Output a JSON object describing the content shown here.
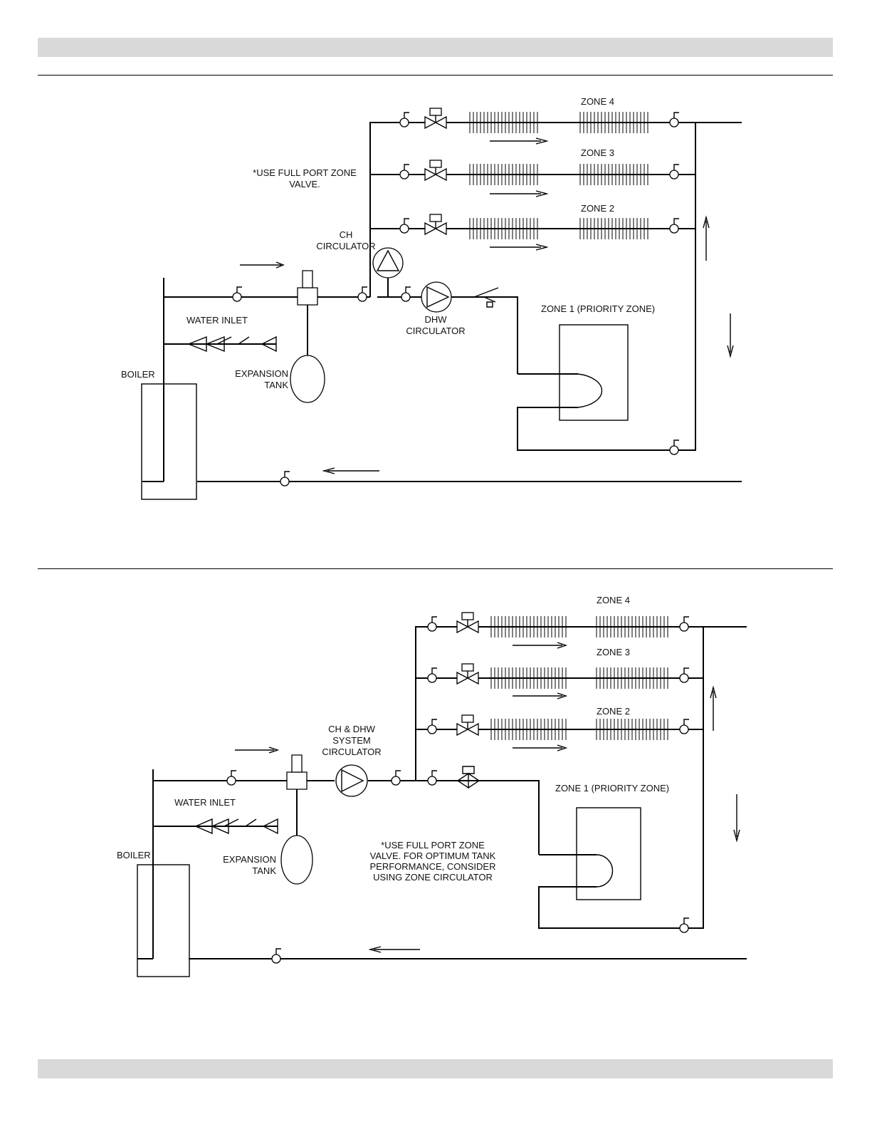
{
  "diagram1": {
    "zone4": "ZONE 4",
    "zone3": "ZONE 3",
    "zone2": "ZONE 2",
    "zone1": "ZONE 1 (PRIORITY ZONE)",
    "note": [
      "*USE FULL PORT ZONE",
      "VALVE."
    ],
    "ch_circulator": [
      "CH",
      "CIRCULATOR"
    ],
    "dhw_circulator": [
      "DHW",
      "CIRCULATOR"
    ],
    "water_inlet": "WATER INLET",
    "expansion_tank": [
      "EXPANSION",
      "TANK"
    ],
    "boiler": "BOILER"
  },
  "diagram2": {
    "zone4": "ZONE 4",
    "zone3": "ZONE 3",
    "zone2": "ZONE 2",
    "zone1": "ZONE 1 (PRIORITY ZONE)",
    "note": [
      "*USE FULL PORT ZONE",
      "VALVE.  FOR OPTIMUM TANK",
      "PERFORMANCE, CONSIDER",
      "USING ZONE CIRCULATOR"
    ],
    "system_circulator": [
      "CH & DHW",
      "SYSTEM",
      "CIRCULATOR"
    ],
    "water_inlet": "WATER INLET",
    "expansion_tank": [
      "EXPANSION",
      "TANK"
    ],
    "boiler": "BOILER"
  }
}
